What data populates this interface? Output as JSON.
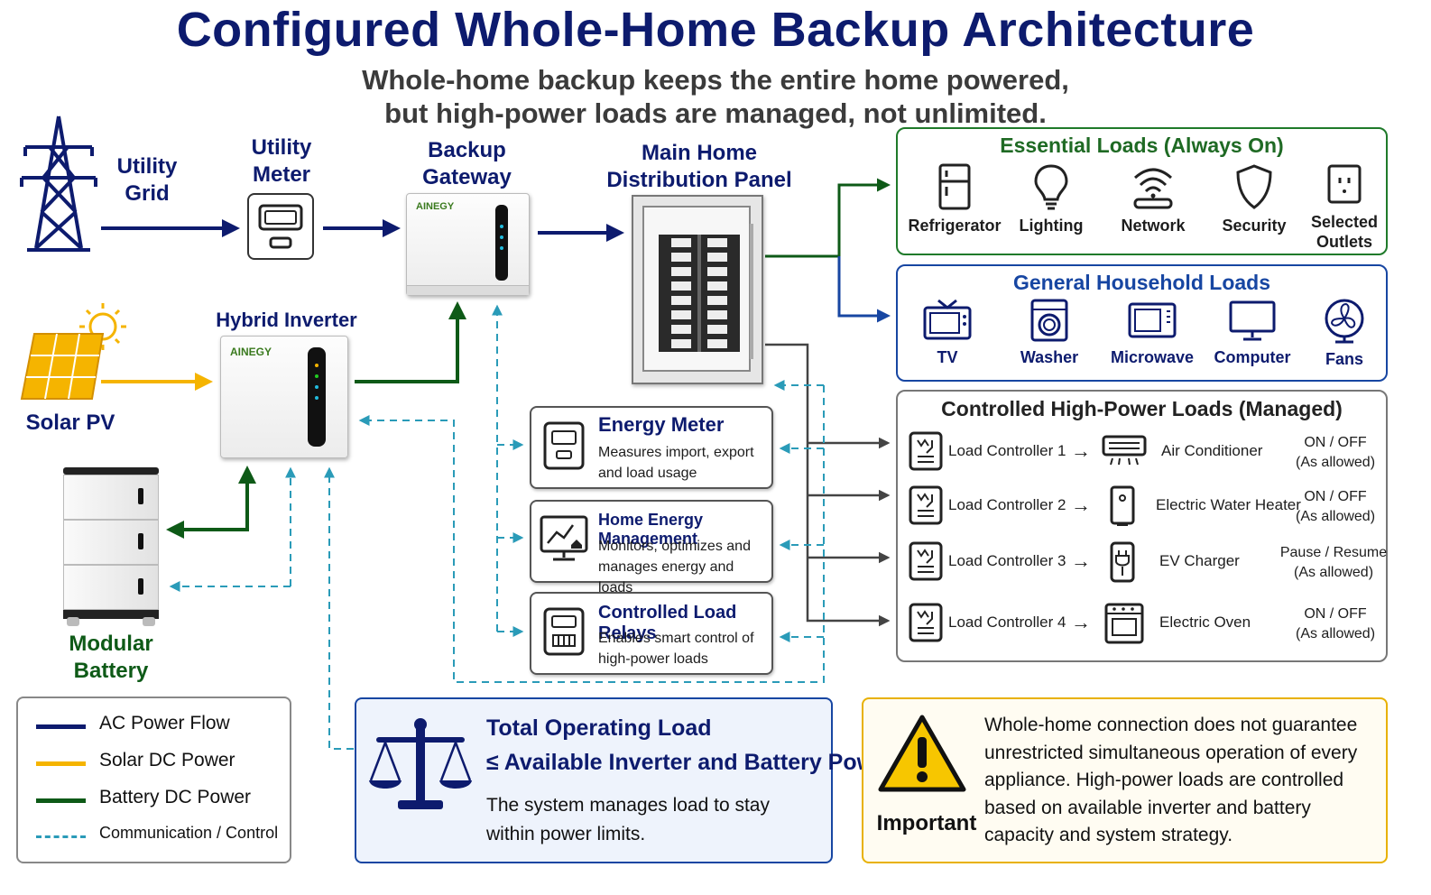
{
  "title": "Configured Whole-Home Backup Architecture",
  "subtitle": {
    "line1": "Whole-home backup keeps the entire home powered,",
    "line2": "but high-power loads are managed, not unlimited."
  },
  "components": {
    "utility_grid": {
      "line1": "Utility",
      "line2": "Grid"
    },
    "utility_meter": {
      "line1": "Utility",
      "line2": "Meter"
    },
    "backup_gateway": {
      "line1": "Backup",
      "line2": "Gateway",
      "brand": "AINEGY"
    },
    "main_panel": {
      "line1": "Main Home",
      "line2": "Distribution Panel"
    },
    "solar_pv": "Solar PV",
    "hybrid_inverter": {
      "label": "Hybrid Inverter",
      "brand": "AINEGY"
    },
    "modular_battery": {
      "line1": "Modular",
      "line2": "Battery"
    }
  },
  "essential_loads": {
    "title": "Essential Loads (Always On)",
    "items": [
      {
        "label": "Refrigerator",
        "icon": "refrigerator-icon"
      },
      {
        "label": "Lighting",
        "icon": "lightbulb-icon"
      },
      {
        "label": "Network",
        "icon": "wifi-router-icon"
      },
      {
        "label": "Security",
        "icon": "shield-icon"
      },
      {
        "label": "Selected\nOutlets",
        "icon": "outlet-icon"
      }
    ]
  },
  "general_loads": {
    "title": "General Household Loads",
    "items": [
      {
        "label": "TV",
        "icon": "tv-icon"
      },
      {
        "label": "Washer",
        "icon": "washer-icon"
      },
      {
        "label": "Microwave",
        "icon": "microwave-icon"
      },
      {
        "label": "Computer",
        "icon": "monitor-icon"
      },
      {
        "label": "Fans",
        "icon": "fan-icon"
      }
    ]
  },
  "controlled_loads": {
    "title": "Controlled High-Power Loads (Managed)",
    "rows": [
      {
        "controller": "Load Controller 1",
        "appliance": "Air Conditioner",
        "state1": "ON / OFF",
        "state2": "(As allowed)",
        "icon": "air-conditioner-icon"
      },
      {
        "controller": "Load Controller 2",
        "appliance": "Electric Water Heater",
        "state1": "ON / OFF",
        "state2": "(As allowed)",
        "icon": "water-heater-icon"
      },
      {
        "controller": "Load Controller 3",
        "appliance": "EV Charger",
        "state1": "Pause / Resume",
        "state2": "(As allowed)",
        "icon": "ev-charger-icon"
      },
      {
        "controller": "Load Controller 4",
        "appliance": "Electric Oven",
        "state1": "ON / OFF",
        "state2": "(As allowed)",
        "icon": "oven-icon"
      }
    ]
  },
  "info_boxes": [
    {
      "title": "Energy Meter",
      "line1": "Measures import, export",
      "line2": "and load usage",
      "icon": "energy-meter-icon"
    },
    {
      "title": "Home Energy Management",
      "line1": "Monitors, optimizes and",
      "line2": "manages energy and loads",
      "icon": "monitor-chart-icon"
    },
    {
      "title": "Controlled Load Relays",
      "line1": "Enables smart control of",
      "line2": "high-power loads",
      "icon": "relay-icon"
    }
  ],
  "legend": [
    {
      "label": "AC Power Flow",
      "color": "#0d1b6e",
      "style": "solid"
    },
    {
      "label": "Solar DC Power",
      "color": "#f5b400",
      "style": "solid"
    },
    {
      "label": "Battery DC Power",
      "color": "#0e5a17",
      "style": "solid"
    },
    {
      "label": "Communication / Control",
      "color": "#2a9bb8",
      "style": "dashed"
    }
  ],
  "total_load": {
    "title": "Total Operating Load",
    "title2": "≤ Available Inverter and Battery Power",
    "line1": "The system manages load to stay",
    "line2": "within power limits."
  },
  "important": {
    "label": "Important",
    "line1": "Whole-home connection does not guarantee",
    "line2": "unrestricted simultaneous operation of every",
    "line3": "appliance. High-power loads are controlled",
    "line4": "based on available inverter and battery",
    "line5": "capacity and system strategy."
  },
  "colors": {
    "ac": "#0d1b6e",
    "solar": "#f5b400",
    "battery": "#0e5a17",
    "comm": "#2a9bb8",
    "warning": "#f7c600"
  }
}
